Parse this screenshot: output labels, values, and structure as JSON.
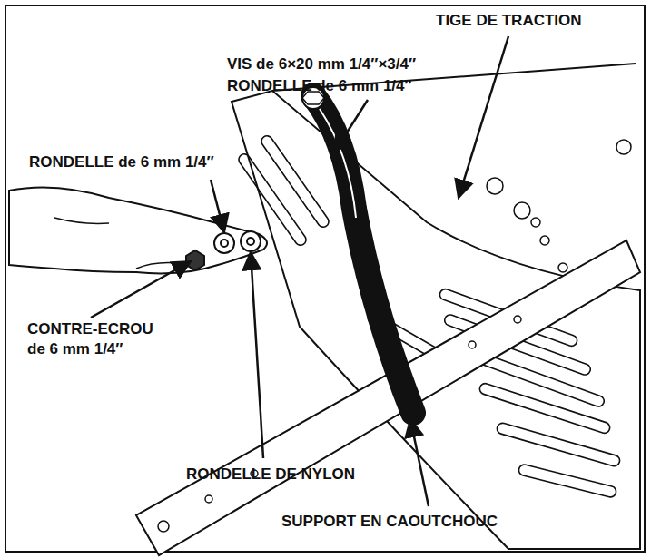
{
  "diagram": {
    "labels": [
      "TIGE DE TRACTION",
      "VIS de 6×20 mm 1/4″×3/4″",
      "RONDELLE de 6 mm 1/4″",
      "RONDELLE de 6 mm 1/4″",
      "CONTRE-ECROU de 6 mm 1/4″",
      "RONDELLE DE NYLON",
      "SUPPORT EN CAOUTCHOUC"
    ]
  }
}
